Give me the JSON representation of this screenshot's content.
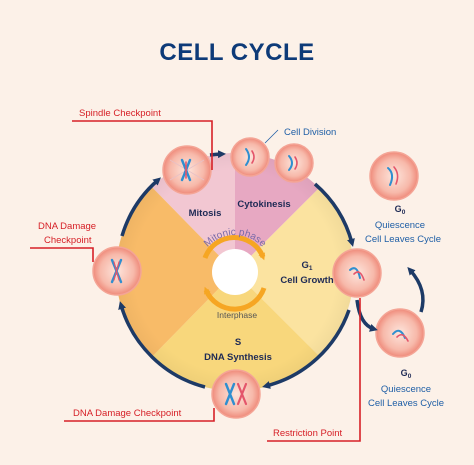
{
  "title": "CELL CYCLE",
  "labels": {
    "spindle_checkpoint": "Spindle Checkpoint",
    "cell_division": "Cell Division",
    "dna_damage_checkpoint_left_line1": "DNA Damage",
    "dna_damage_checkpoint_left_line2": "Checkpoint",
    "dna_damage_checkpoint_bottom": "DNA Damage Checkpoint",
    "restriction_point": "Restriction Point"
  },
  "phases": {
    "mitosis": "Mitosis",
    "cytokinesis": "Cytokinesis",
    "g1_letter": "G",
    "g1_sub": "1",
    "g1_name": "Cell Growth",
    "s_letter": "S",
    "s_name": "DNA Synthesis",
    "mitotic_phase": "Mitonic phase",
    "interphase": "Interphase"
  },
  "g0_top": {
    "letter": "G",
    "sub": "0",
    "line1": "Quiescence",
    "line2": "Cell Leaves Cycle"
  },
  "g0_bottom": {
    "letter": "G",
    "sub": "0",
    "line1": "Quiescence",
    "line2": "Cell Leaves Cycle"
  },
  "colors": {
    "background": "#fcf1e8",
    "title": "#0d3a78",
    "checkpoint_red": "#d62027",
    "arrow_navy": "#1d3a66",
    "mitosis_pink": "#f2c7d2",
    "cytokinesis_pink": "#e7a8c2",
    "g1_yellow": "#fbe3a0",
    "s_yellow": "#f8d77c",
    "left_orange": "#f8bb68",
    "ring_orange": "#f6a623",
    "cell_red": "#f07e72"
  }
}
